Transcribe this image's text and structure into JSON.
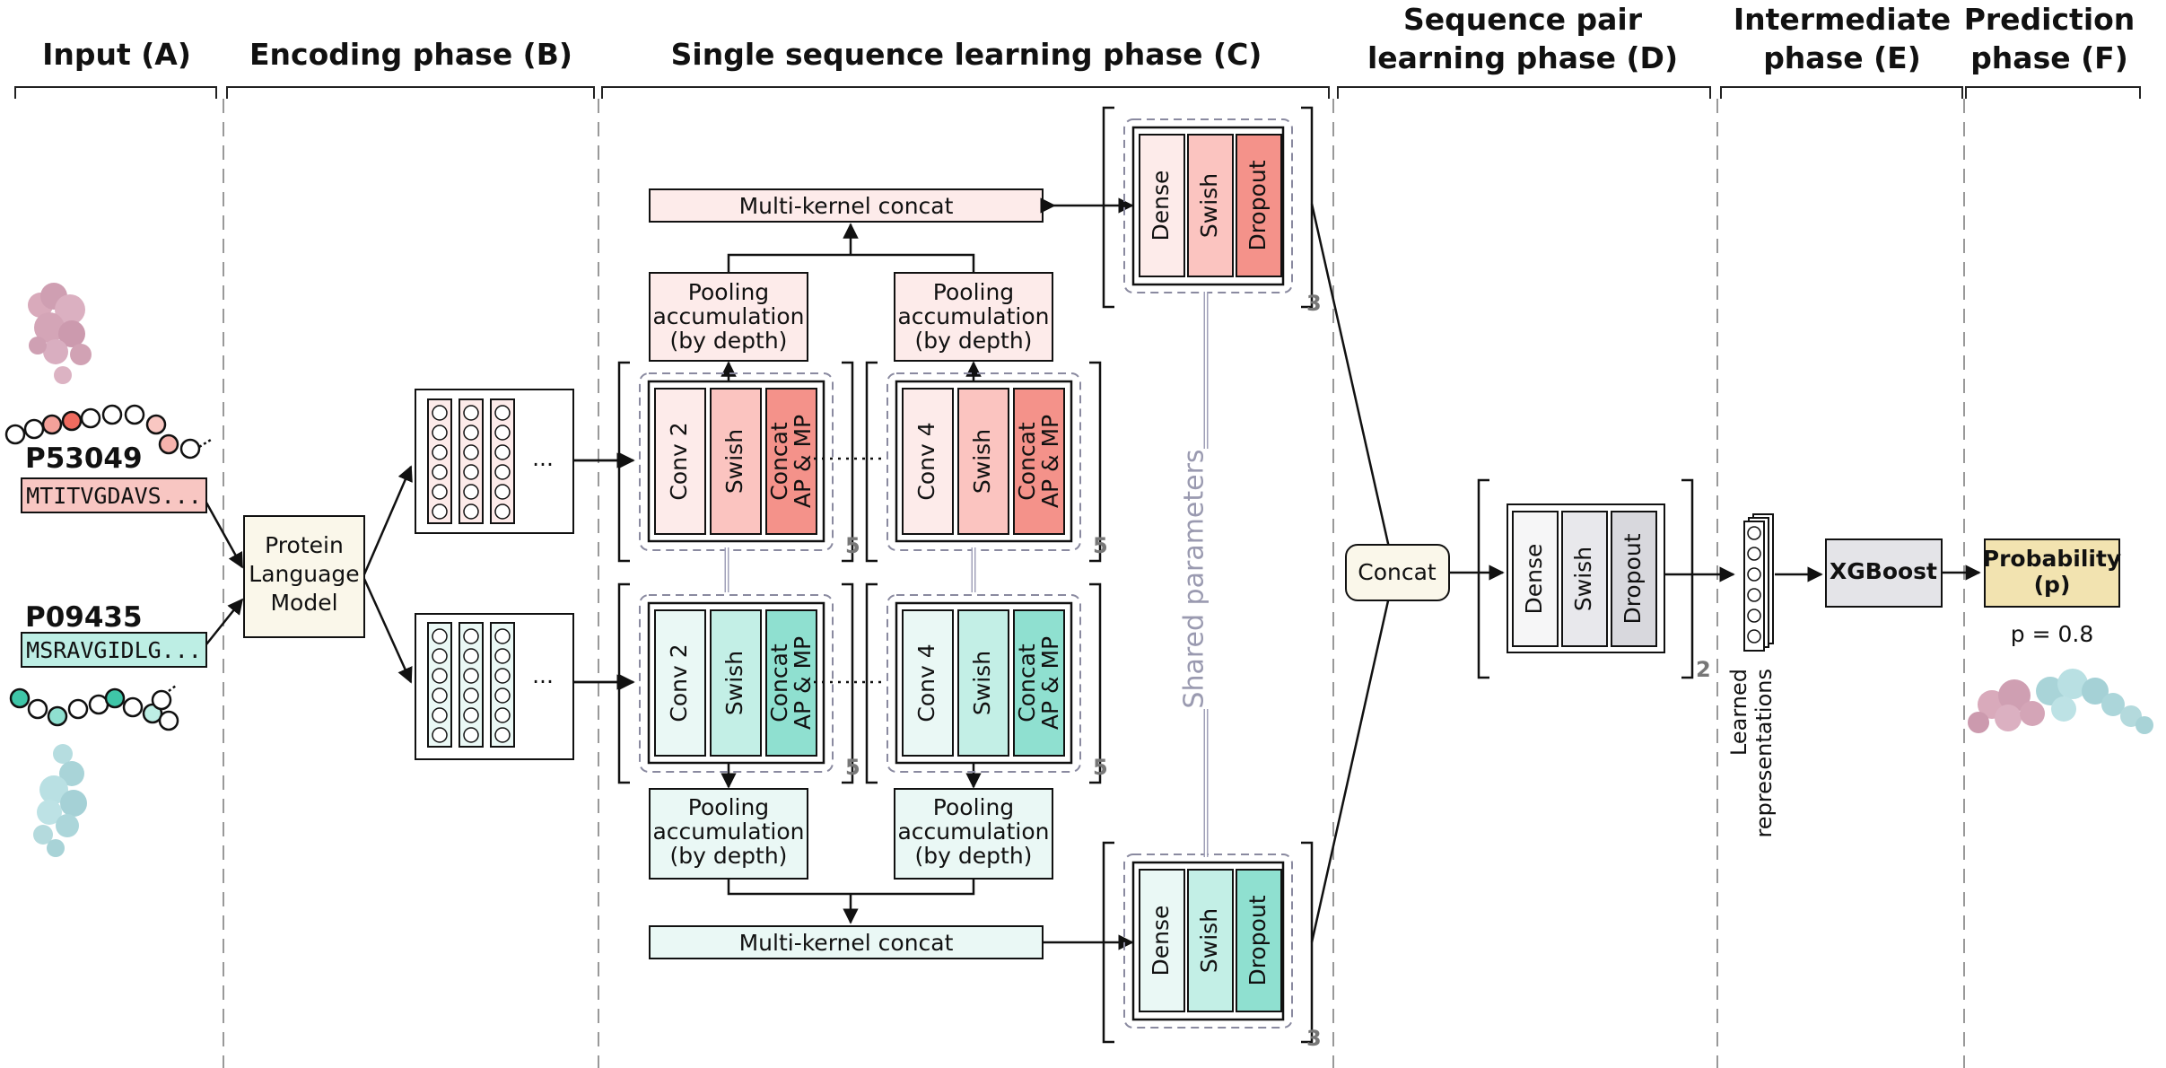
{
  "phases": {
    "a": "Input (A)",
    "b": "Encoding phase (B)",
    "c": "Single sequence learning phase (C)",
    "d1": "Sequence pair",
    "d2": "learning phase (D)",
    "e1": "Intermediate",
    "e2": "phase (E)",
    "f1": "Prediction",
    "f2": "phase (F)"
  },
  "inputs": {
    "p1_id": "P53049",
    "p1_seq": "MTITVGDAVS...",
    "p2_id": "P09435",
    "p2_seq": "MSRAVGIDLG..."
  },
  "plm": {
    "l1": "Protein",
    "l2": "Language",
    "l3": "Model"
  },
  "ellipsis": "···",
  "learning": {
    "multi_kernel": "Multi-kernel concat",
    "pool_l1": "Pooling",
    "pool_l2": "accumulation",
    "pool_l3": "(by depth)",
    "conv2": "Conv 2",
    "conv4": "Conv 4",
    "swish": "Swish",
    "concat_l1": "Concat",
    "concat_l2": "AP & MP",
    "dense": "Dense",
    "dropout": "Dropout",
    "rep5": "5",
    "rep3": "3",
    "shared": "Shared parameters"
  },
  "pair": {
    "concat": "Concat",
    "rep2": "2"
  },
  "intermediate": {
    "learned_l1": "Learned",
    "learned_l2": "representations",
    "xgboost": "XGBoost"
  },
  "prediction": {
    "prob_l1": "Probability",
    "prob_l2": "(p)",
    "p_value": "p = 0.8"
  },
  "colors": {
    "red_light": "#fdebea",
    "red_mid": "#fbc4c0",
    "red_strong": "#f4928a",
    "teal_light": "#eaf8f5",
    "teal_mid": "#c3efe6",
    "teal_strong": "#8fe0d0",
    "input_red": "#f8c6c2",
    "input_teal": "#bdeee4",
    "cream": "#faf7ea",
    "gold": "#f2e3b0",
    "gray_box": "#e4e4e8"
  }
}
